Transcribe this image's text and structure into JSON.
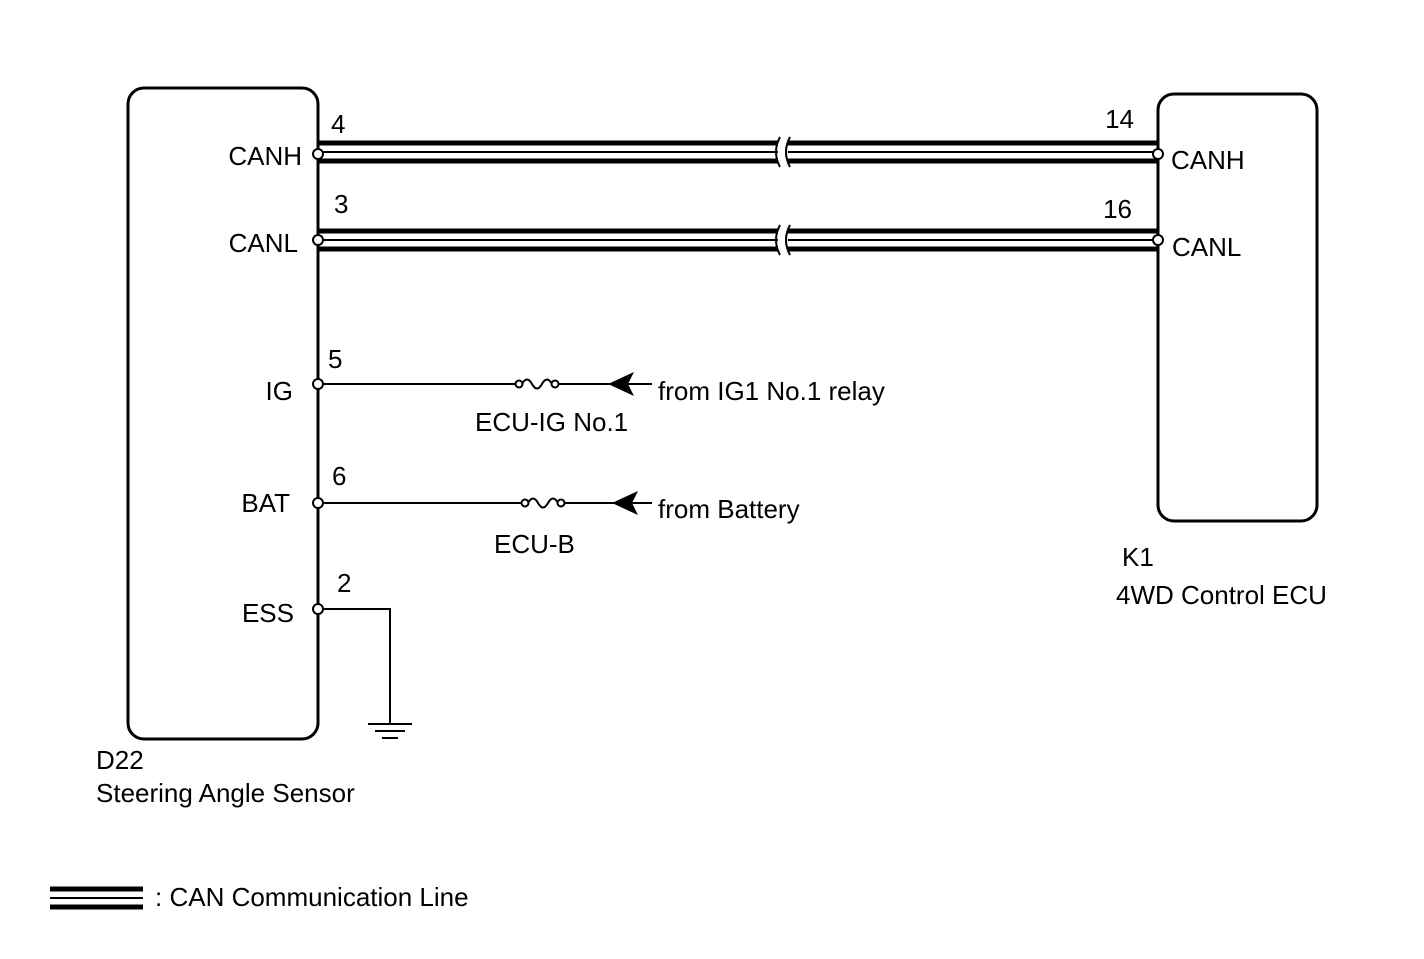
{
  "left_component": {
    "code": "D22",
    "name": "Steering Angle Sensor",
    "pins": [
      {
        "label": "CANH",
        "number": "4"
      },
      {
        "label": "CANL",
        "number": "3"
      },
      {
        "label": "IG",
        "number": "5"
      },
      {
        "label": "BAT",
        "number": "6"
      },
      {
        "label": "ESS",
        "number": "2"
      }
    ]
  },
  "right_component": {
    "code": "K1",
    "name": "4WD Control ECU",
    "pins": [
      {
        "label": "CANH",
        "number": "14"
      },
      {
        "label": "CANL",
        "number": "16"
      }
    ]
  },
  "circuits": {
    "ig": {
      "fuse": "ECU-IG No.1",
      "source": "from IG1 No.1 relay"
    },
    "bat": {
      "fuse": "ECU-B",
      "source": "from Battery"
    },
    "ess": {
      "termination": "ground"
    }
  },
  "legend": {
    "label": ": CAN Communication Line"
  }
}
